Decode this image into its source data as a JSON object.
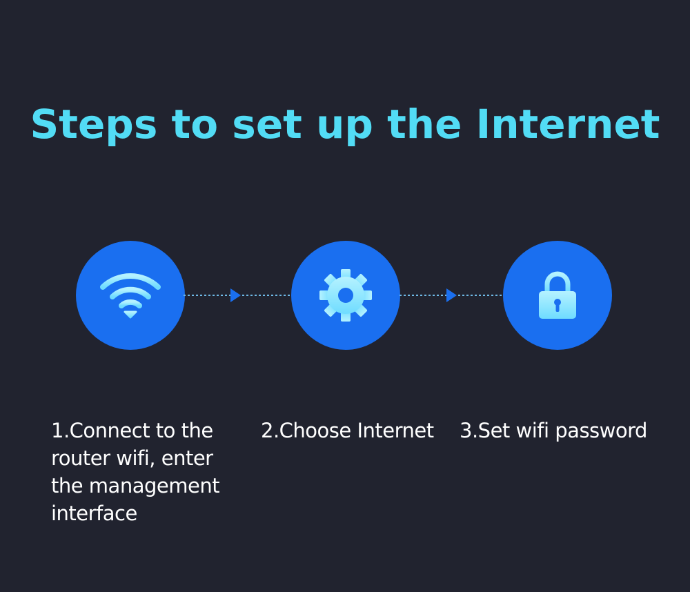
{
  "title": "Steps to set up the Internet",
  "colors": {
    "background": "#21232f",
    "title": "#52dcf5",
    "circle": "#1a6ff0",
    "icon": "#8fe8ff",
    "connector": "#6fb9e6",
    "arrow": "#1a6ff0",
    "label": "#ffffff"
  },
  "steps": [
    {
      "icon": "wifi-icon",
      "label": "1.Connect to the\nrouter wifi, enter\nthe management\ninterface"
    },
    {
      "icon": "gear-icon",
      "label": "2.Choose Internet"
    },
    {
      "icon": "lock-icon",
      "label": "3.Set wifi password"
    }
  ]
}
